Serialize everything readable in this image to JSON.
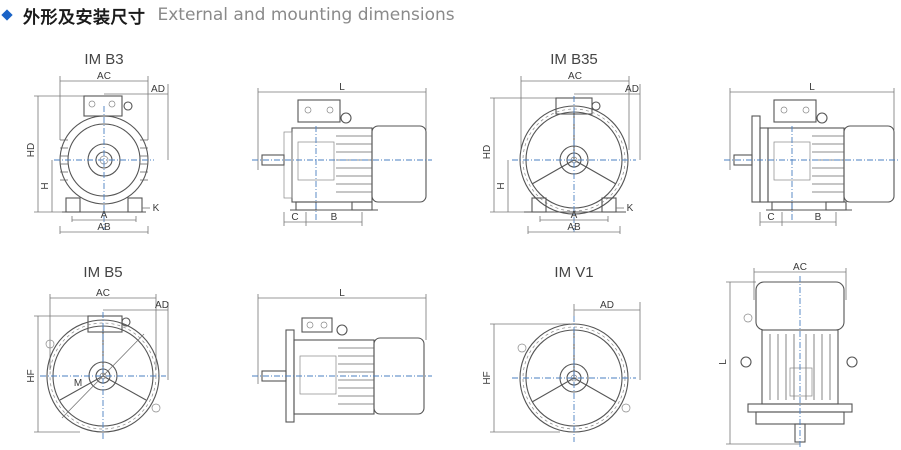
{
  "header": {
    "title_cn": "外形及安装尺寸",
    "title_en": "External and mounting dimensions"
  },
  "views": {
    "imb3_front": {
      "title": "IM B3",
      "labels": {
        "ac": "AC",
        "ad": "AD",
        "hd": "HD",
        "h": "H",
        "a": "A",
        "ab": "AB",
        "k": "K"
      }
    },
    "imb3_side": {
      "labels": {
        "l": "L",
        "c": "C",
        "b": "B"
      }
    },
    "imb35_front": {
      "title": "IM B35",
      "labels": {
        "ac": "AC",
        "ad": "AD",
        "hd": "HD",
        "h": "H",
        "a": "A",
        "ab": "AB",
        "k": "K"
      }
    },
    "imb35_side": {
      "labels": {
        "l": "L",
        "c": "C",
        "b": "B"
      }
    },
    "imb5_front": {
      "title": "IM B5",
      "labels": {
        "ac": "AC",
        "ad": "AD",
        "hf": "HF",
        "m": "M"
      }
    },
    "imb5_side": {
      "labels": {
        "l": "L"
      }
    },
    "imv1_front": {
      "title": "IM V1",
      "labels": {
        "ad": "AD",
        "hf": "HF"
      }
    },
    "imv1_side": {
      "labels": {
        "ac": "AC",
        "l": "L"
      }
    }
  },
  "colors": {
    "accent": "#1a63c6",
    "centerline": "#4a7fc1",
    "outline": "#555555"
  }
}
